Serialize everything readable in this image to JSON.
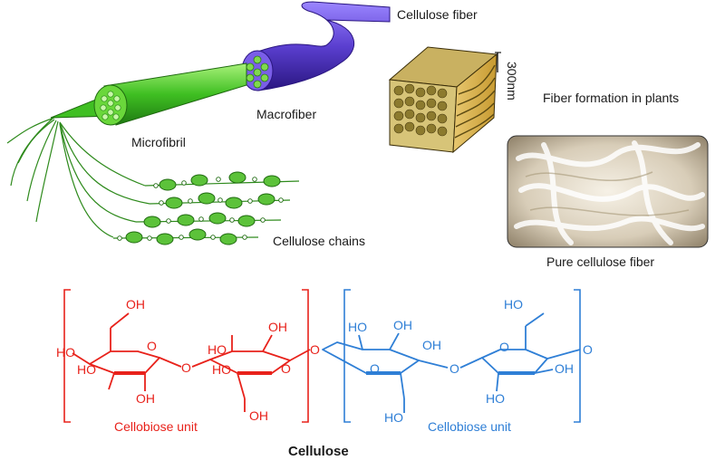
{
  "labels": {
    "cellulose_fiber": "Cellulose fiber",
    "macrofiber": "Macrofiber",
    "microfibril": "Microfibril",
    "cellulose_chains": "Cellulose chains",
    "scale": "300nm",
    "fiber_formation": "Fiber formation in plants",
    "pure_fiber": "Pure cellulose fiber",
    "unit_left": "Cellobiose unit",
    "unit_right": "Cellobiose unit",
    "title": "Cellulose"
  },
  "chem": {
    "oh": "OH",
    "ho": "HO",
    "o": "O"
  },
  "colors": {
    "unit_left": "#e8221b",
    "unit_right": "#2f7fd6",
    "macrofiber": "#6a4fd8",
    "microfibril": "#4cc42a",
    "chain_ring": "#5cc23a",
    "cube_face": "#d8b84a"
  }
}
